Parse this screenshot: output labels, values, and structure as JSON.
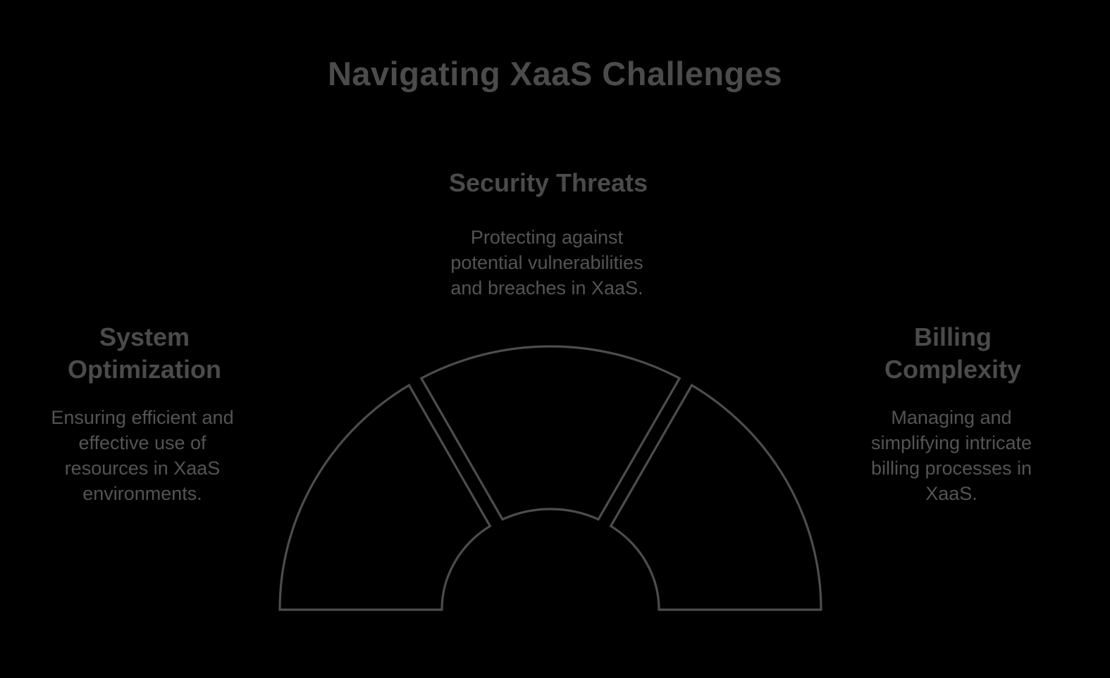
{
  "title": "Navigating XaaS Challenges",
  "colors": {
    "background": "#000000",
    "heading_text": "#4b4b4b",
    "body_text": "#545454",
    "segment_stroke": "#4d4d4d"
  },
  "sections": [
    {
      "id": "security-threats",
      "position": "top",
      "heading": "Security Threats",
      "description": "Protecting against\npotential vulnerabilities\nand breaches in XaaS."
    },
    {
      "id": "system-optimization",
      "position": "left",
      "heading": "System\nOptimization",
      "description": "Ensuring efficient and\neffective use of\nresources in XaaS\nenvironments."
    },
    {
      "id": "billing-complexity",
      "position": "right",
      "heading": "Billing\nComplexity",
      "description": "Managing and\nsimplifying intricate\nbilling processes in\nXaaS."
    }
  ],
  "diagram": {
    "type": "half-donut",
    "segment_count": 3,
    "segments": [
      {
        "position": "left",
        "section": "System Optimization"
      },
      {
        "position": "top",
        "section": "Security Threats"
      },
      {
        "position": "right",
        "section": "Billing Complexity"
      }
    ]
  }
}
